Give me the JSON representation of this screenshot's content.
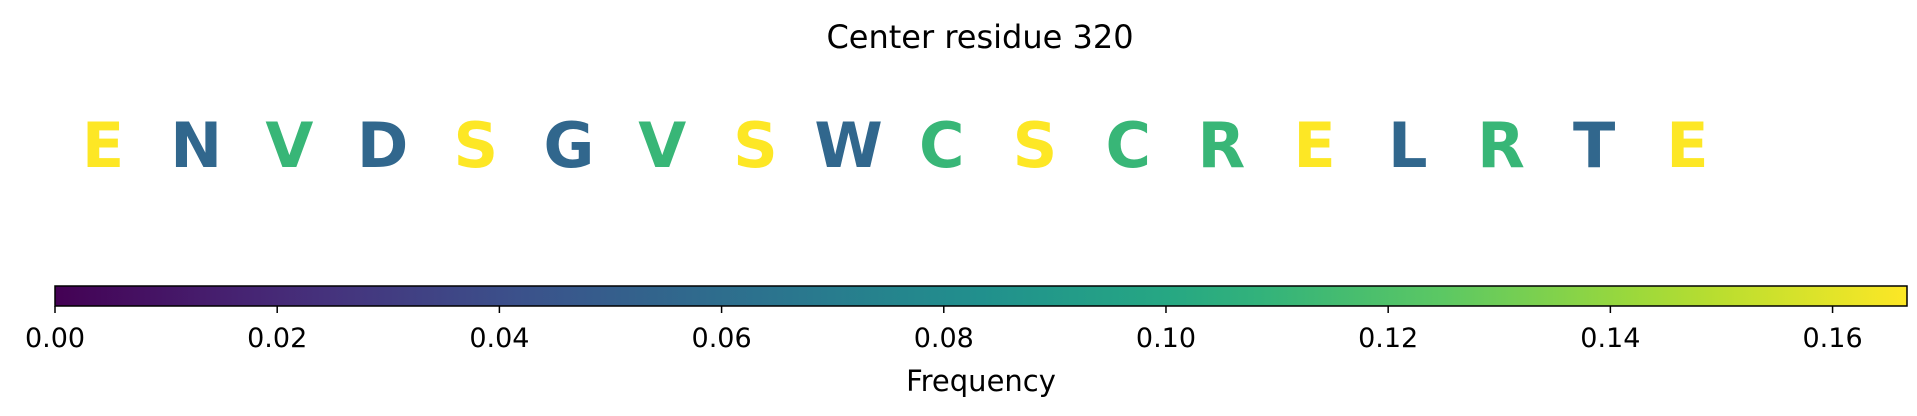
{
  "chart_data": {
    "type": "sequence-colorbar",
    "title": "Center residue 320",
    "sequence": [
      {
        "residue": "E",
        "frequency": 0.167
      },
      {
        "residue": "N",
        "frequency": 0.056
      },
      {
        "residue": "V",
        "frequency": 0.111
      },
      {
        "residue": "D",
        "frequency": 0.056
      },
      {
        "residue": "S",
        "frequency": 0.167
      },
      {
        "residue": "G",
        "frequency": 0.056
      },
      {
        "residue": "V",
        "frequency": 0.111
      },
      {
        "residue": "S",
        "frequency": 0.167
      },
      {
        "residue": "W",
        "frequency": 0.056
      },
      {
        "residue": "C",
        "frequency": 0.111
      },
      {
        "residue": "S",
        "frequency": 0.167
      },
      {
        "residue": "C",
        "frequency": 0.111
      },
      {
        "residue": "R",
        "frequency": 0.111
      },
      {
        "residue": "E",
        "frequency": 0.167
      },
      {
        "residue": "L",
        "frequency": 0.056
      },
      {
        "residue": "R",
        "frequency": 0.111
      },
      {
        "residue": "T",
        "frequency": 0.056
      },
      {
        "residue": "E",
        "frequency": 0.167
      }
    ],
    "colorbar": {
      "label": "Frequency",
      "colormap": "viridis",
      "vmin": 0.0,
      "vmax": 0.1667,
      "ticks": [
        0.0,
        0.02,
        0.04,
        0.06,
        0.08,
        0.1,
        0.12,
        0.14,
        0.16
      ],
      "tick_labels": [
        "0.00",
        "0.02",
        "0.04",
        "0.06",
        "0.08",
        "0.10",
        "0.12",
        "0.14",
        "0.16"
      ]
    },
    "grid": false
  }
}
